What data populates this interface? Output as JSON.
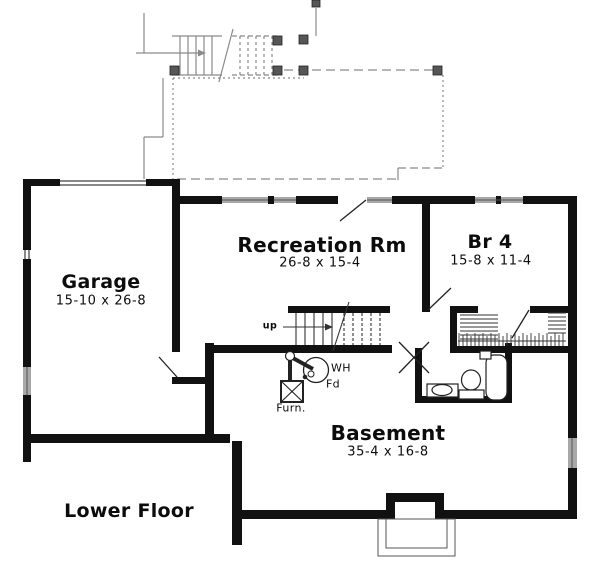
{
  "plan": {
    "title": "Lower Floor",
    "rooms": [
      {
        "id": "garage",
        "name": "Garage",
        "dims": "15-10 x 26-8"
      },
      {
        "id": "recreation-rm",
        "name": "Recreation Rm",
        "dims": "26-8 x 15-4"
      },
      {
        "id": "br4",
        "name": "Br 4",
        "dims": "15-8 x 11-4"
      },
      {
        "id": "basement",
        "name": "Basement",
        "dims": "35-4 x 16-8"
      }
    ],
    "annotations": {
      "stairs_direction": "up",
      "water_heater": "WH",
      "floor_drain": "Fd",
      "furnace": "Furn."
    },
    "colors": {
      "wall": "#111111",
      "window": "#a8a8a8",
      "deck_line": "#8a8a8a",
      "background": "#ffffff"
    }
  }
}
